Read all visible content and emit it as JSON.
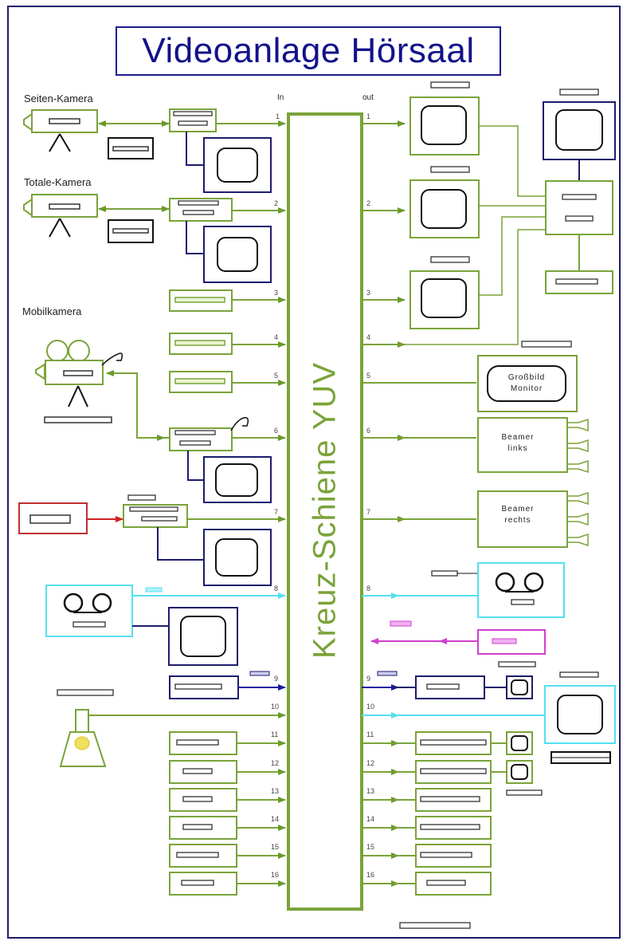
{
  "title": "Videoanlage Hörsaal",
  "rail": {
    "label": "Kreuz-Schiene YUV"
  },
  "headers": {
    "in": "In",
    "out": "out"
  },
  "sources": {
    "seiten_kamera": "Seiten-Kamera",
    "totale_kamera": "Totale-Kamera",
    "mobil_kamera": "Mobilkamera"
  },
  "destinations": {
    "grossbild": [
      "Großbild",
      "Monitor"
    ],
    "beamer_links": [
      "Beamer",
      "links"
    ],
    "beamer_rechts": [
      "Beamer",
      "rechts"
    ]
  },
  "input_numbers": [
    "1",
    "2",
    "3",
    "4",
    "5",
    "6",
    "7",
    "8",
    "9",
    "10",
    "11",
    "12",
    "13",
    "14",
    "15",
    "16"
  ],
  "output_numbers": [
    "1",
    "2",
    "3",
    "4",
    "5",
    "6",
    "7",
    "8",
    "9",
    "10",
    "11",
    "12",
    "13",
    "14",
    "15",
    "16"
  ],
  "colors": {
    "green": "#7aa33a",
    "dark_green": "#5e8a1e",
    "navy": "#1c1c6c",
    "cyan": "#55e0f0",
    "magenta": "#d040d0",
    "red": "#d02020",
    "title_blue": "#12128a"
  },
  "icons": [
    "camera-icon",
    "tripod-icon",
    "movie-camera-icon",
    "monitor-icon",
    "tape-deck-icon",
    "projector-lamp-icon",
    "arrow-icon"
  ]
}
